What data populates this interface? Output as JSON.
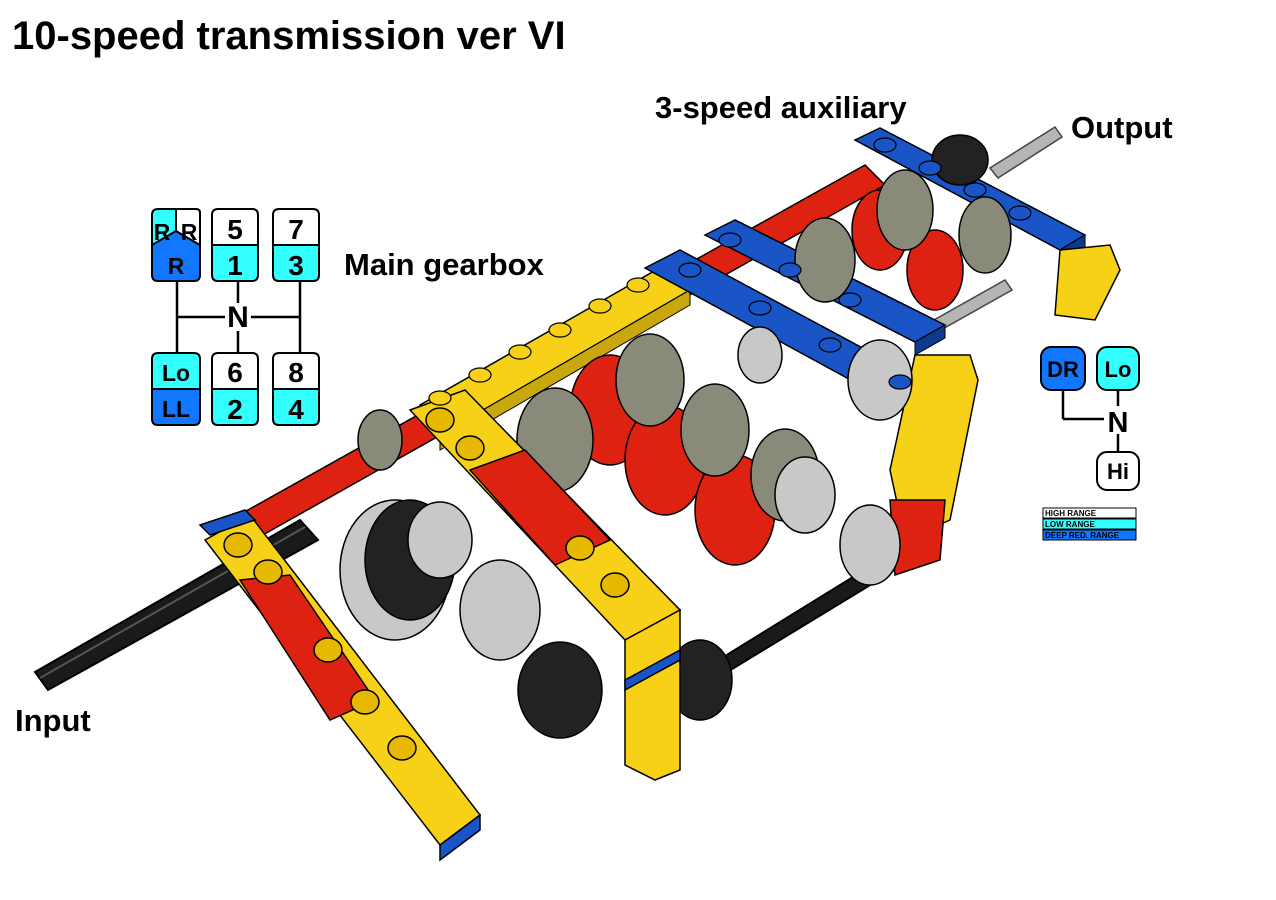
{
  "title": "10-speed transmission ver VI",
  "labels": {
    "auxiliary": "3-speed auxiliary",
    "output": "Output",
    "main_gearbox": "Main gearbox",
    "input": "Input"
  },
  "main_shift_pattern": {
    "reverse_top_left": "R",
    "reverse_top_right": "R",
    "reverse_bottom": "R",
    "gate_2_top": "5",
    "gate_2_bottom": "1",
    "gate_3_top": "7",
    "gate_3_bottom": "3",
    "gate_1_lower_top": "Lo",
    "gate_1_lower_bottom": "LL",
    "gate_2_lower_top": "6",
    "gate_2_lower_bottom": "2",
    "gate_3_lower_top": "8",
    "gate_3_lower_bottom": "4",
    "neutral": "N"
  },
  "aux_shift_pattern": {
    "deep_reduction": "DR",
    "low": "Lo",
    "neutral": "N",
    "high": "Hi"
  },
  "legend": {
    "items": [
      {
        "label": "HIGH RANGE",
        "color": "#ffffff"
      },
      {
        "label": "LOW RANGE",
        "color": "#33ffff"
      },
      {
        "label": "DEEP RED. RANGE",
        "color": "#1177ff"
      }
    ]
  },
  "colors": {
    "high_range": "#ffffff",
    "low_range": "#33ffff",
    "deep_reduction_range": "#1177ff",
    "beam_yellow": "#f7d117",
    "beam_red": "#dd2211",
    "beam_blue": "#1a55c8",
    "gear_grey": "#8a8a7a",
    "gear_black": "#222222"
  }
}
